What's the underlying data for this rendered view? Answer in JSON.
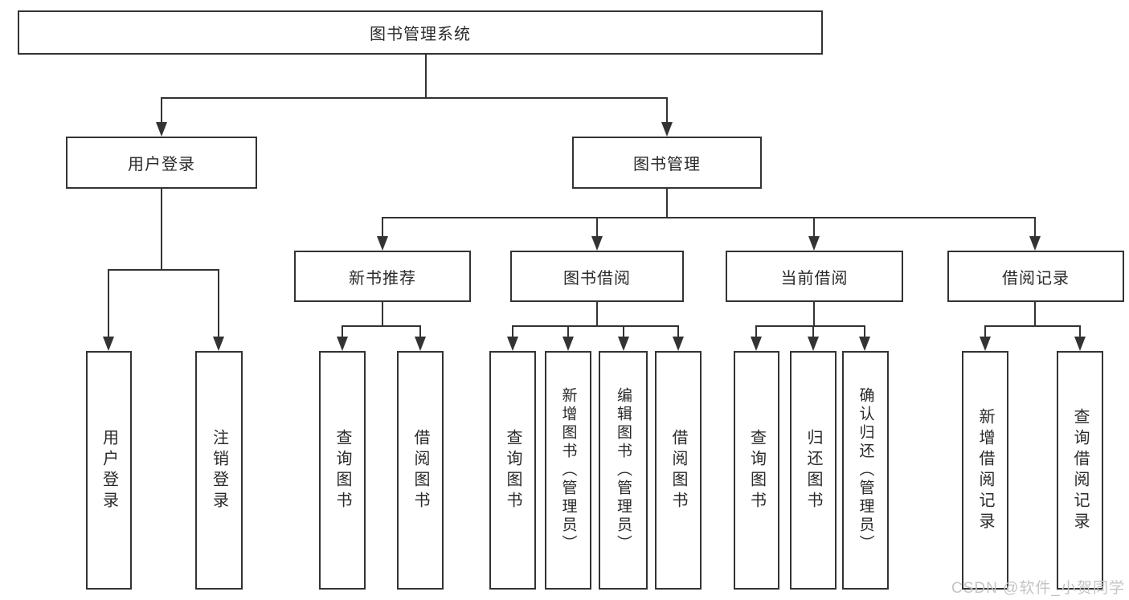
{
  "nodes": {
    "root": "图书管理系统",
    "level2": [
      "用户登录",
      "图书管理"
    ],
    "level3": [
      "新书推荐",
      "图书借阅",
      "当前借阅",
      "借阅记录"
    ],
    "level4": [
      "用户登录",
      "注销登录",
      "查询图书",
      "借阅图书",
      "查询图书",
      "新增图书（管理员）",
      "编辑图书（管理员）",
      "借阅图书",
      "查询图书",
      "归还图书",
      "确认归还（管理员）",
      "新增借阅记录",
      "查询借阅记录"
    ]
  },
  "watermark": "CSDN @软件_小贺同学",
  "colors": {
    "line": "#333333",
    "text": "#2a2a2a",
    "background": "#ffffff",
    "watermark": "#c4c4c4"
  }
}
